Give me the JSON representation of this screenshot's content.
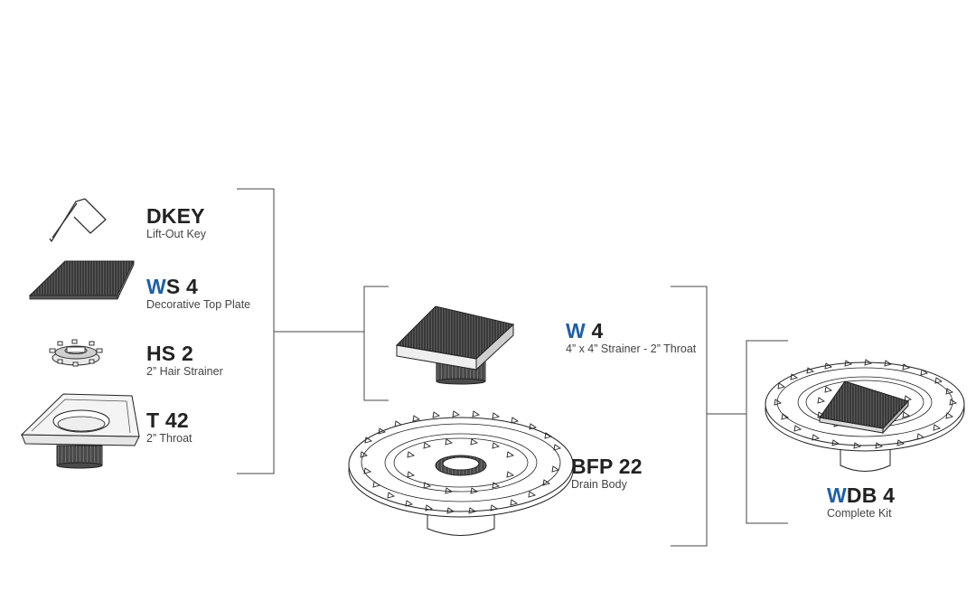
{
  "colors": {
    "accent": "#1f5fa8",
    "ink": "#222222",
    "line": "#444444"
  },
  "components": {
    "dkey": {
      "code_rest": "DKEY",
      "description": "Lift-Out Key",
      "icon": "lift-out-key-icon"
    },
    "ws4": {
      "code_accent": "W",
      "code_rest": "S 4",
      "description": "Decorative Top Plate",
      "icon": "top-plate-icon"
    },
    "hs2": {
      "code_rest": "HS 2",
      "description": "2” Hair Strainer",
      "icon": "hair-strainer-icon"
    },
    "t42": {
      "code_rest": "T 42",
      "description": "2” Throat",
      "icon": "throat-icon"
    },
    "w4": {
      "code_accent": "W",
      "code_rest": " 4",
      "description": "4” x 4” Strainer - 2” Throat",
      "icon": "strainer-assembly-icon"
    },
    "bfp22": {
      "code_rest": "BFP 22",
      "description": "Drain Body",
      "icon": "drain-body-icon"
    },
    "wdb4": {
      "code_accent": "W",
      "code_rest": "DB 4",
      "description": "Complete Kit",
      "icon": "complete-kit-icon"
    }
  }
}
